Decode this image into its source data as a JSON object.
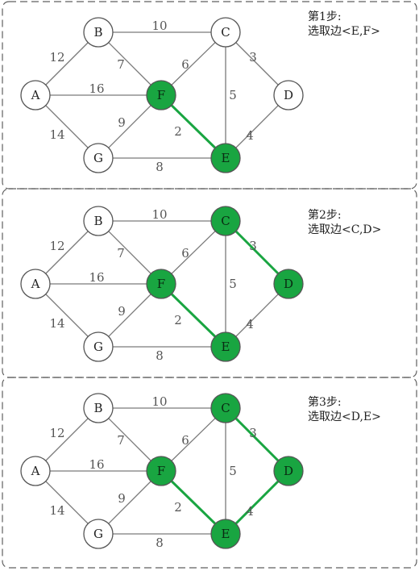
{
  "nodes": [
    {
      "id": "A",
      "label": "A"
    },
    {
      "id": "B",
      "label": "B"
    },
    {
      "id": "C",
      "label": "C"
    },
    {
      "id": "D",
      "label": "D"
    },
    {
      "id": "E",
      "label": "E"
    },
    {
      "id": "F",
      "label": "F"
    },
    {
      "id": "G",
      "label": "G"
    }
  ],
  "edges": [
    {
      "from": "A",
      "to": "B",
      "weight": "12"
    },
    {
      "from": "A",
      "to": "F",
      "weight": "16"
    },
    {
      "from": "A",
      "to": "G",
      "weight": "14"
    },
    {
      "from": "B",
      "to": "C",
      "weight": "10"
    },
    {
      "from": "B",
      "to": "F",
      "weight": "7"
    },
    {
      "from": "C",
      "to": "F",
      "weight": "6"
    },
    {
      "from": "C",
      "to": "D",
      "weight": "3"
    },
    {
      "from": "C",
      "to": "E",
      "weight": "5"
    },
    {
      "from": "D",
      "to": "E",
      "weight": "4"
    },
    {
      "from": "E",
      "to": "F",
      "weight": "2"
    },
    {
      "from": "F",
      "to": "G",
      "weight": "9"
    },
    {
      "from": "E",
      "to": "G",
      "weight": "8"
    }
  ],
  "steps": [
    {
      "title": "第1步:",
      "action": "选取边<E,F>",
      "selected_nodes": [
        "E",
        "F"
      ],
      "selected_edges": [
        [
          "E",
          "F"
        ]
      ]
    },
    {
      "title": "第2步:",
      "action": "选取边<C,D>",
      "selected_nodes": [
        "C",
        "D",
        "E",
        "F"
      ],
      "selected_edges": [
        [
          "E",
          "F"
        ],
        [
          "C",
          "D"
        ]
      ]
    },
    {
      "title": "第3步:",
      "action": "选取边<D,E>",
      "selected_nodes": [
        "C",
        "D",
        "E",
        "F"
      ],
      "selected_edges": [
        [
          "E",
          "F"
        ],
        [
          "C",
          "D"
        ],
        [
          "D",
          "E"
        ]
      ]
    }
  ],
  "colors": {
    "selected_fill": "#19a541",
    "selected_edge": "#19a541",
    "edge": "#7a7a7a",
    "node_stroke": "#555555",
    "label": "#555555"
  }
}
